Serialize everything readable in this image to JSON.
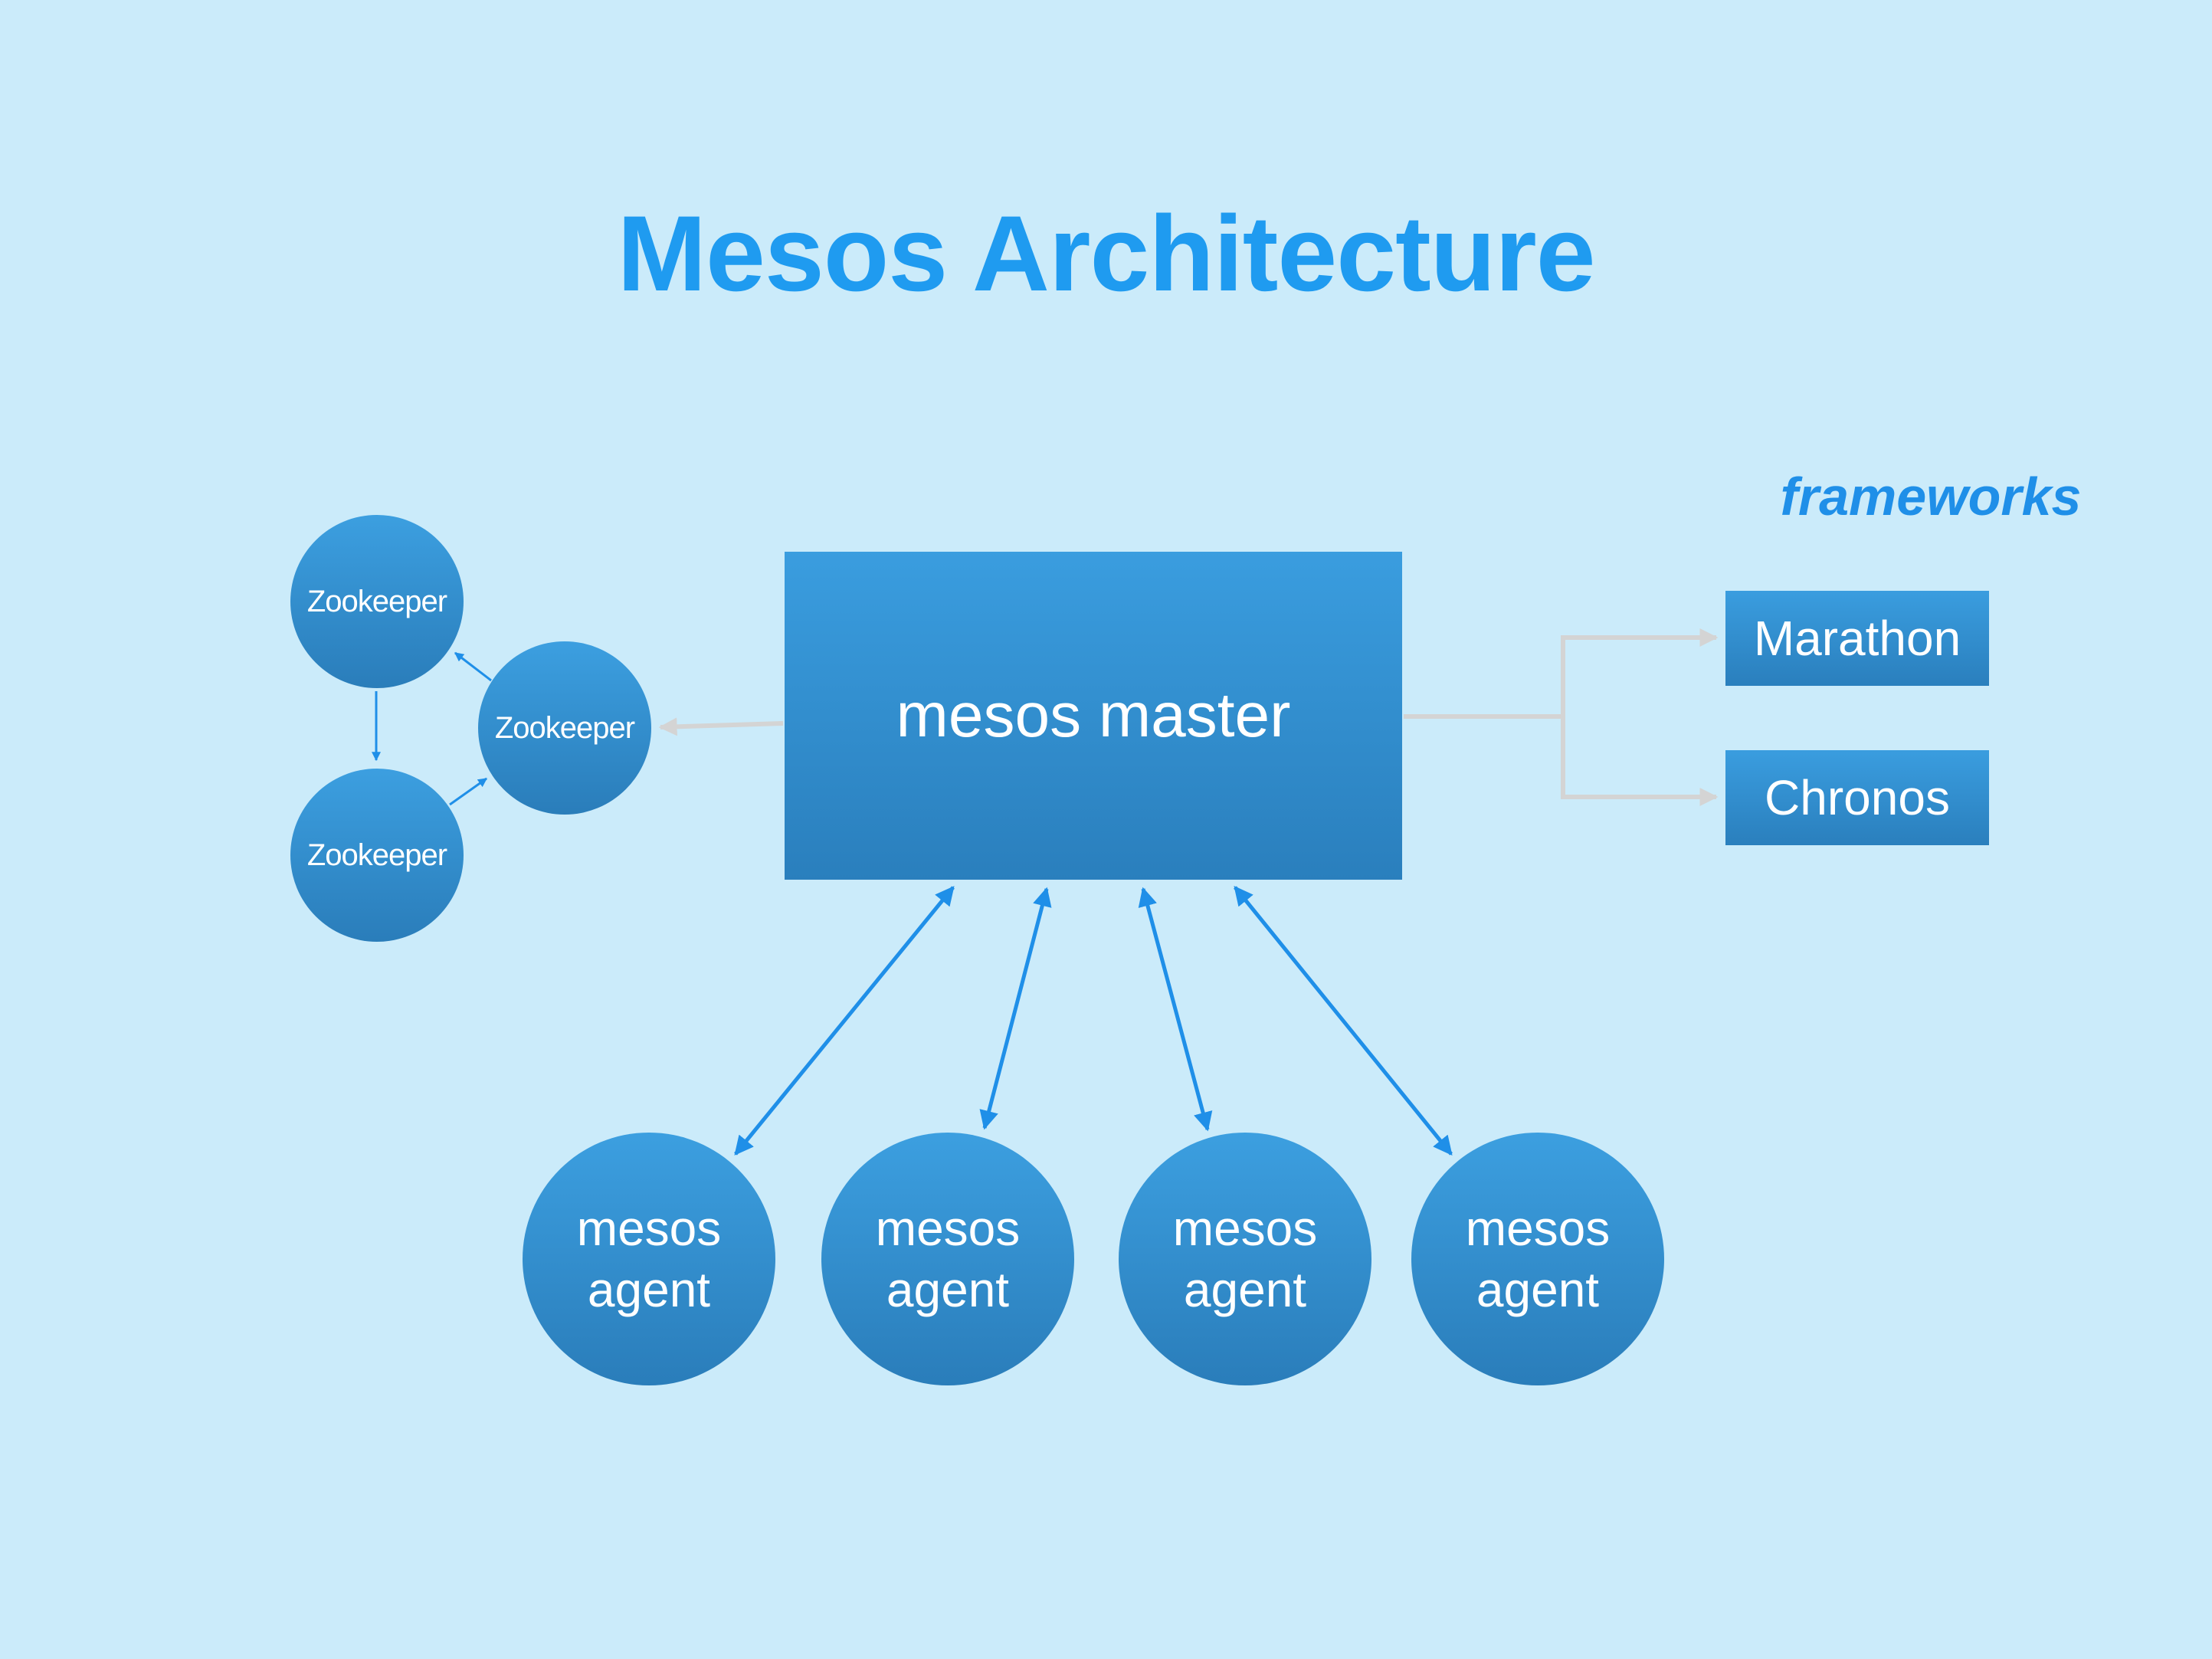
{
  "title": "Mesos Architecture",
  "frameworks_label": "frameworks",
  "master": {
    "label": "mesos master"
  },
  "frameworks": [
    {
      "label": "Marathon"
    },
    {
      "label": "Chronos"
    }
  ],
  "zookeepers": [
    {
      "label": "Zookeeper"
    },
    {
      "label": "Zookeeper"
    },
    {
      "label": "Zookeeper"
    }
  ],
  "agents": [
    {
      "label": "mesos agent"
    },
    {
      "label": "mesos agent"
    },
    {
      "label": "mesos agent"
    },
    {
      "label": "mesos agent"
    }
  ],
  "colors": {
    "background": "#cbebfa",
    "title": "#1f9bf0",
    "node": "#2f8ccf",
    "arrow_blue": "#1f8fe8",
    "arrow_gray": "#d4d4d4"
  }
}
